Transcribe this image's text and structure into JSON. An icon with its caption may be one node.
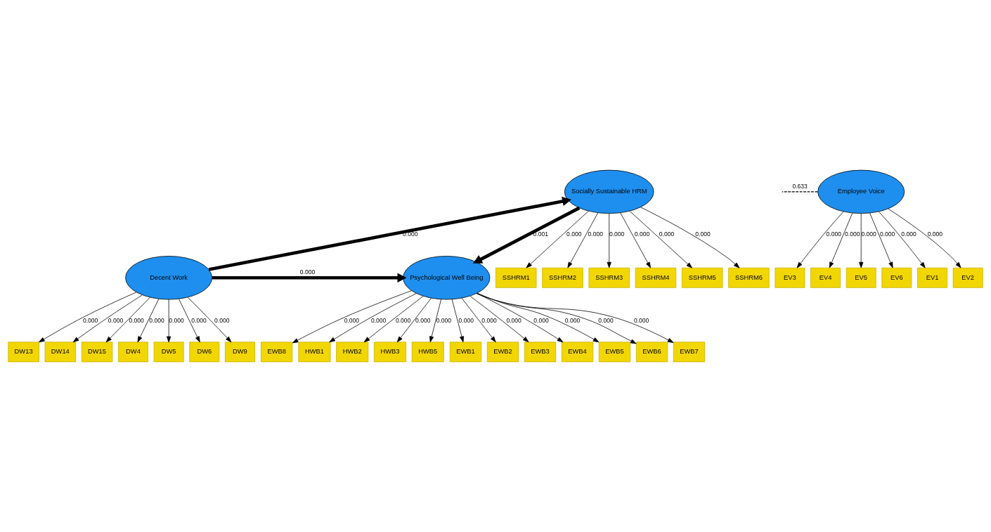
{
  "diagram": {
    "nodes": [
      {
        "text": [
          "Socially Sustainable HRM"
        ]
      },
      {
        "text": [
          "SSHRM1"
        ]
      },
      {
        "text": [
          "SSHRM2"
        ]
      },
      {
        "text": [
          "SSHRM3"
        ]
      },
      {
        "text": [
          "SSHRM4"
        ]
      },
      {
        "text": [
          "SSHRM5"
        ]
      },
      {
        "text": [
          "SSHRM6"
        ]
      },
      {
        "text": [
          "Employee Voice"
        ]
      },
      {
        "text": [
          "EV1"
        ]
      },
      {
        "text": [
          "EV2"
        ]
      },
      {
        "text": [
          "EV3"
        ]
      },
      {
        "text": [
          "EV4"
        ]
      },
      {
        "text": [
          "EV5"
        ]
      },
      {
        "text": [
          "EV6"
        ]
      },
      {
        "text": [
          "Decent Work"
        ]
      },
      {
        "text": [
          "DW13"
        ]
      },
      {
        "text": [
          "DW14"
        ]
      },
      {
        "text": [
          "DW15"
        ]
      },
      {
        "text": [
          "DW4"
        ]
      },
      {
        "text": [
          "DW5"
        ]
      },
      {
        "text": [
          "DW6"
        ]
      },
      {
        "text": [
          "DW9"
        ]
      },
      {
        "text": [
          "Psychological Well Being"
        ]
      },
      {
        "text": [
          "EWB1"
        ]
      },
      {
        "text": [
          "EWB2"
        ]
      },
      {
        "text": [
          "EWB3"
        ]
      },
      {
        "text": [
          "EWB4"
        ]
      },
      {
        "text": [
          "EWB5"
        ]
      },
      {
        "text": [
          "EWB6"
        ]
      },
      {
        "text": [
          "EWB7"
        ]
      },
      {
        "text": [
          "EWB8"
        ]
      },
      {
        "text": [
          "HWB1"
        ]
      },
      {
        "text": [
          "HWB2"
        ]
      },
      {
        "text": [
          "HWB3"
        ]
      },
      {
        "text": [
          "HWB5"
        ]
      }
    ],
    "edges": [
      {
        "from": 0,
        "to": 1,
        "arrow": "to",
        "label": "0.000"
      },
      {
        "from": 0,
        "to": 2,
        "arrow": "to",
        "label": "0.000"
      },
      {
        "from": 0,
        "to": 3,
        "arrow": "to",
        "label": "0.000"
      },
      {
        "from": 0,
        "to": 4,
        "arrow": "to",
        "label": "0.000"
      },
      {
        "from": 0,
        "to": 5,
        "arrow": "to",
        "label": "0.000"
      },
      {
        "from": 0,
        "to": 6,
        "arrow": "to",
        "label": "0.000"
      },
      {
        "from": 7,
        "to": 8,
        "arrow": "to",
        "label": "0.000"
      },
      {
        "from": 7,
        "to": 9,
        "arrow": "to",
        "label": "0.000"
      },
      {
        "from": 7,
        "to": 10,
        "arrow": "to",
        "label": "0.000"
      },
      {
        "from": 7,
        "to": 11,
        "arrow": "to",
        "label": "0.000"
      },
      {
        "from": 7,
        "to": 12,
        "arrow": "to",
        "label": "0.000"
      },
      {
        "from": 7,
        "to": 13,
        "arrow": "to",
        "label": "0.000"
      },
      {
        "from": 14,
        "to": 15,
        "arrow": "to",
        "label": "0.000"
      },
      {
        "from": 14,
        "to": 16,
        "arrow": "to",
        "label": "0.000"
      },
      {
        "from": 14,
        "to": 17,
        "arrow": "to",
        "label": "0.000"
      },
      {
        "from": 14,
        "to": 18,
        "arrow": "to",
        "label": "0.000"
      },
      {
        "from": 14,
        "to": 19,
        "arrow": "to",
        "label": "0.000"
      },
      {
        "from": 14,
        "to": 20,
        "arrow": "to",
        "label": "0.000"
      },
      {
        "from": 14,
        "to": 21,
        "arrow": "to",
        "label": "0.000"
      },
      {
        "from": 14,
        "to": 0,
        "arrow": "to",
        "label": "0.000",
        "style": "thick"
      },
      {
        "from": 14,
        "to": 22,
        "arrow": "to",
        "label": "0.000",
        "style": "thick"
      },
      {
        "from": 0,
        "to": 22,
        "arrow": "to",
        "label": "0.001",
        "style": "thick"
      },
      {
        "from": 7,
        "to": null,
        "arrow": "none",
        "label": "0.633",
        "style": "dashed"
      },
      {
        "from": 22,
        "to": 23,
        "arrow": "to",
        "label": "0.000"
      },
      {
        "from": 22,
        "to": 24,
        "arrow": "to",
        "label": "0.000"
      },
      {
        "from": 22,
        "to": 25,
        "arrow": "to",
        "label": "0.000"
      },
      {
        "from": 22,
        "to": 26,
        "arrow": "to",
        "label": "0.000"
      },
      {
        "from": 22,
        "to": 27,
        "arrow": "to",
        "label": "0.000"
      },
      {
        "from": 22,
        "to": 28,
        "arrow": "to",
        "label": "0.000"
      },
      {
        "from": 22,
        "to": 29,
        "arrow": "to",
        "label": "0.000"
      },
      {
        "from": 22,
        "to": 30,
        "arrow": "to",
        "label": "0.000"
      },
      {
        "from": 22,
        "to": 31,
        "arrow": "to",
        "label": "0.000"
      },
      {
        "from": 22,
        "to": 32,
        "arrow": "to",
        "label": "0.000"
      },
      {
        "from": 22,
        "to": 33,
        "arrow": "to",
        "label": "0.000"
      },
      {
        "from": 22,
        "to": 34,
        "arrow": "to",
        "label": "0.000"
      }
    ]
  }
}
